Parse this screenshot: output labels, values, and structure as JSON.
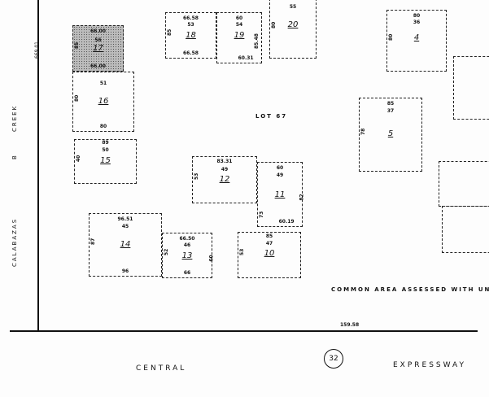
{
  "lots": {
    "l17": {
      "num": "17",
      "top": "66.00",
      "area": "56",
      "bottom": "66.00",
      "left": "85"
    },
    "l16": {
      "num": "16",
      "area": "51",
      "bottom": "80",
      "left": "80"
    },
    "l15": {
      "num": "15",
      "top": "89",
      "area": "50",
      "left": "40"
    },
    "l18": {
      "num": "18",
      "top": "66.58",
      "area": "53",
      "bottom": "66.58",
      "left": "85"
    },
    "l19": {
      "num": "19",
      "top": "60",
      "area": "54",
      "bottom": "60.31",
      "right": "85.48"
    },
    "l20": {
      "num": "20",
      "area": "55",
      "left": "80"
    },
    "l4": {
      "num": "4",
      "top": "80",
      "area": "36",
      "left": "80"
    },
    "l5": {
      "num": "5",
      "top": "85",
      "area": "37",
      "left": "78"
    },
    "l12": {
      "num": "12",
      "top": "83.31",
      "area": "49",
      "left": "53"
    },
    "l11": {
      "num": "11",
      "top": "60",
      "area": "49",
      "bottom": "60.19",
      "left": "73",
      "right": "82"
    },
    "l14": {
      "num": "14",
      "top": "96.51",
      "area": "45",
      "bottom": "96",
      "left": "87"
    },
    "l13": {
      "num": "13",
      "top": "66.50",
      "area": "46",
      "bottom": "66",
      "left": "52",
      "right": "60"
    },
    "l10": {
      "num": "10",
      "top": "85",
      "area": "47",
      "left": "53"
    }
  },
  "labels": {
    "lot67": "LOT 67",
    "common_area": "COMMON AREA ASSESSED WITH UNIT",
    "boundary_dim": "159.58",
    "west_dim": "669.01",
    "creek_1": "CALABAZAS",
    "creek_2": "B",
    "creek_3": "CREEK",
    "road_1": "CENTRAL",
    "road_2": "EXPRESSWAY",
    "route": "32"
  }
}
